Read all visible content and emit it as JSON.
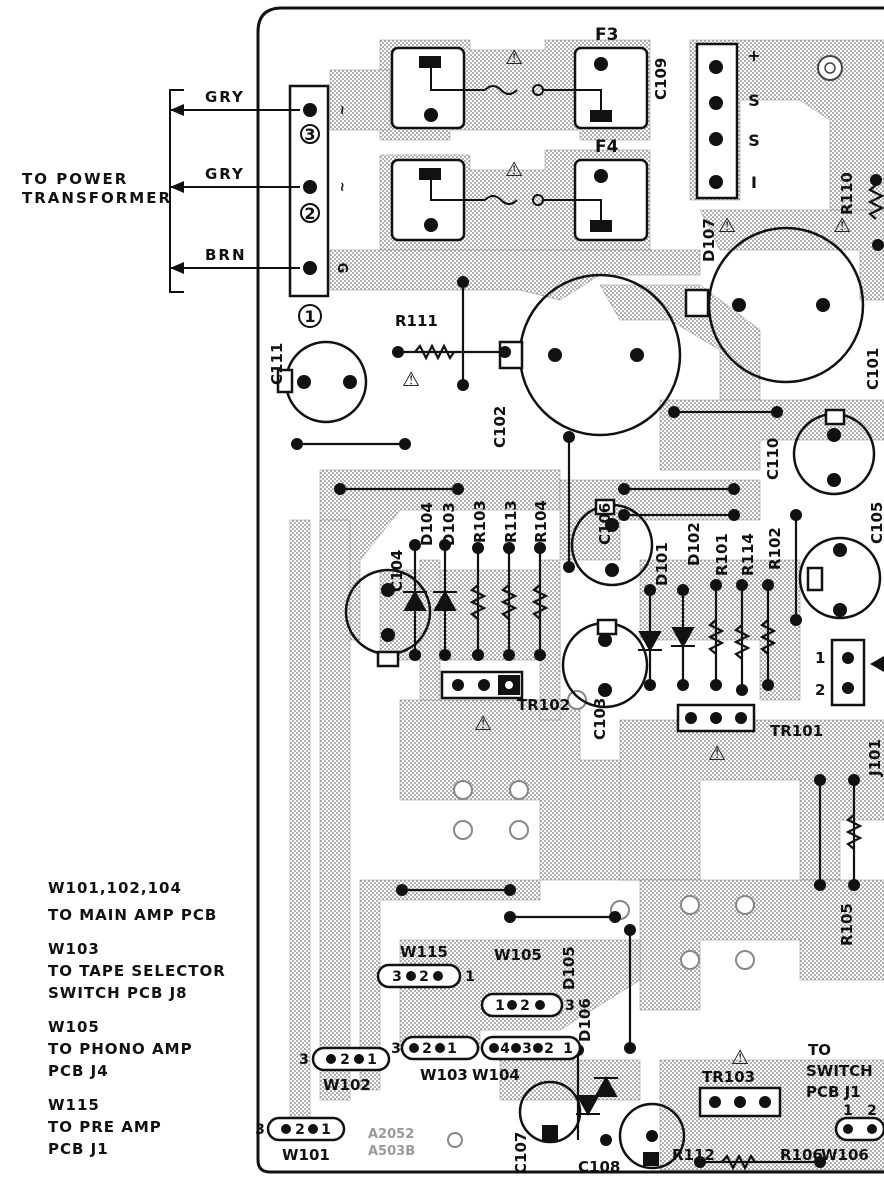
{
  "colors": {
    "ink": "#111111",
    "copper": "#c9c9c9",
    "board": "#ffffff",
    "pad": "#111111"
  },
  "power_connector": {
    "side_label": [
      "TO POWER",
      "TRANSFORMER"
    ],
    "wires": [
      {
        "label": "GRY",
        "pin": "3",
        "marking": "~"
      },
      {
        "label": "GRY",
        "pin": "2",
        "marking": "~"
      },
      {
        "label": "BRN",
        "pin": "1",
        "marking": "G"
      }
    ]
  },
  "fuses": [
    "F3",
    "F4"
  ],
  "connector_d107": {
    "markings": [
      "+",
      "S",
      "S",
      "I"
    ],
    "ref": "D107"
  },
  "components": {
    "capacitors": [
      "C101",
      "C102",
      "C103",
      "C104",
      "C105",
      "C106",
      "C107",
      "C108",
      "C109",
      "C110",
      "C111"
    ],
    "resistors": [
      "R101",
      "R102",
      "R103",
      "R104",
      "R105",
      "R106",
      "R110",
      "R111",
      "R112",
      "R113",
      "R114"
    ],
    "diodes": [
      "D101",
      "D102",
      "D103",
      "D104",
      "D105",
      "D106"
    ],
    "transistors": [
      "TR101",
      "TR102",
      "TR103"
    ],
    "jack": {
      "ref": "J101",
      "pins": [
        "1",
        "2"
      ]
    }
  },
  "wires": {
    "W101": {
      "ref": "W101",
      "pins": [
        "3",
        "2",
        "1"
      ]
    },
    "W102": {
      "ref": "W102",
      "pins": [
        "3",
        "2",
        "1"
      ]
    },
    "W103": {
      "ref": "W103",
      "pins": [
        "3",
        "2",
        "1"
      ]
    },
    "W104": {
      "ref": "W104",
      "pins": [
        "4",
        "3",
        "2",
        "1"
      ]
    },
    "W105": {
      "ref": "W105",
      "pins": [
        "1",
        "2",
        "3"
      ]
    },
    "W106": {
      "ref": "W106",
      "pins": [
        "1",
        "2"
      ]
    },
    "W115": {
      "ref": "W115",
      "pins": [
        "3",
        "2",
        "1"
      ]
    }
  },
  "board_code": [
    "A2052",
    "A503B"
  ],
  "notes": [
    {
      "title": "W101,102,104",
      "lines": [
        "TO MAIN AMP PCB"
      ]
    },
    {
      "title": "W103",
      "lines": [
        "TO TAPE SELECTOR",
        "SWITCH PCB J8"
      ]
    },
    {
      "title": "W105",
      "lines": [
        "TO PHONO AMP",
        "PCB J4"
      ]
    },
    {
      "title": "W115",
      "lines": [
        "TO PRE AMP",
        "PCB J1"
      ]
    }
  ],
  "switch_note": [
    "TO",
    "SWITCH",
    "PCB J1"
  ],
  "warning_symbol": "⚠"
}
